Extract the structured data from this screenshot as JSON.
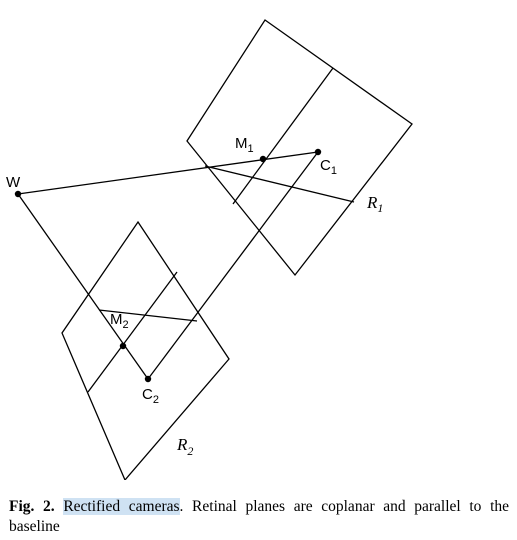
{
  "labels": {
    "W": "W",
    "M1": "M",
    "M1_sub": "1",
    "C1": "C",
    "C1_sub": "1",
    "R1": "R",
    "R1_sub": "1",
    "M2": "M",
    "M2_sub": "2",
    "C2": "C",
    "C2_sub": "2",
    "R2": "R",
    "R2_sub": "2"
  },
  "caption": {
    "fig_label": "Fig. 2.",
    "highlight": "Rectified cameras",
    "rest": ". Retinal planes are coplanar and parallel to the baseline"
  },
  "colors": {
    "highlight": "#cfe2f3",
    "ink": "#000000"
  }
}
